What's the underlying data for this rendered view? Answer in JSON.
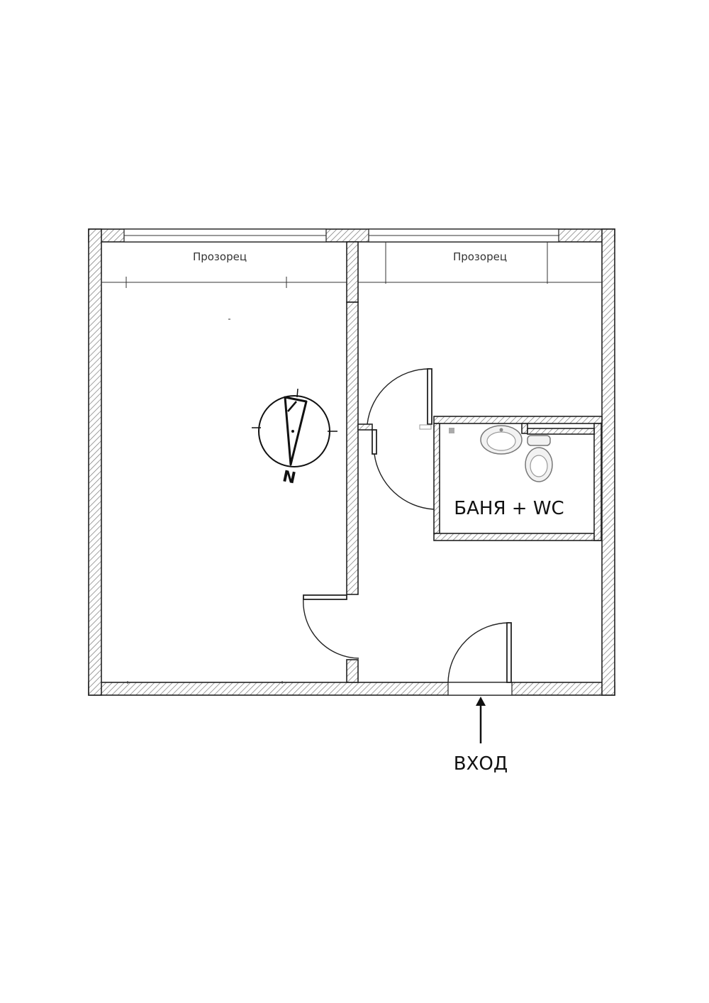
{
  "labels": {
    "window_left": "Прозорец",
    "window_right": "Прозорец",
    "bathroom": "БАНЯ + WC",
    "entrance": "ВХОД",
    "compass_north": "N"
  },
  "icons": {
    "compass": "compass-rose-icon",
    "sink": "sink-icon",
    "toilet": "toilet-icon",
    "entrance_arrow": "arrow-up-icon"
  }
}
